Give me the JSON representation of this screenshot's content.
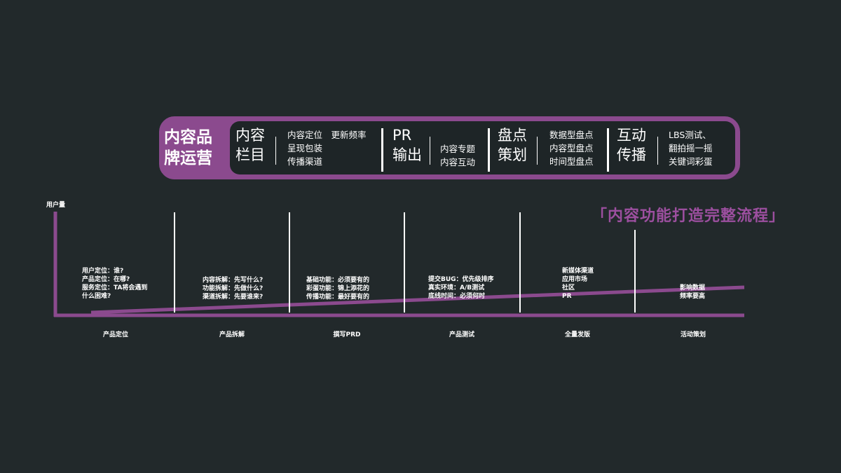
{
  "banner": {
    "head": [
      "内容品",
      "牌运营"
    ],
    "segments": [
      {
        "title": [
          "内容",
          "栏目"
        ],
        "items": [
          "内容定位　更新频率",
          "呈现包装",
          "传播渠道"
        ]
      },
      {
        "title": [
          "PR",
          "输出"
        ],
        "items": [
          "内容专题",
          "内容互动"
        ]
      },
      {
        "title": [
          "盘点",
          "策划"
        ],
        "items": [
          "数据型盘点",
          "内容型盘点",
          "时间型盘点"
        ]
      },
      {
        "title": [
          "互动",
          "传播"
        ],
        "items": [
          "LBS测试、",
          "翻拍摇一摇",
          "关键词彩蛋"
        ]
      }
    ]
  },
  "headline": "「内容功能打造完整流程」",
  "y_axis_label": "用户量",
  "stages": [
    {
      "label": "产品定位",
      "notes": [
        "用户定位：谁?",
        "产品定位：在哪?",
        "服务定位：TA将会遇到",
        "什么困难?"
      ]
    },
    {
      "label": "产品拆解",
      "notes": [
        "内容拆解：先写什么?",
        "功能拆解：先做什么?",
        "渠道拆解：先要谁来?"
      ]
    },
    {
      "label": "撰写PRD",
      "notes": [
        "基础功能：必须要有的",
        "彩蛋功能：锦上添花的",
        "传播功能：最好要有的"
      ]
    },
    {
      "label": "产品测试",
      "notes": [
        "提交BUG：优先级排序",
        "真实环境：A/B测试",
        "底线时间：必须何时"
      ]
    },
    {
      "label": "全量发版",
      "notes": [
        "新媒体渠道",
        "应用市场",
        "社区",
        "PR"
      ]
    },
    {
      "label": "活动策划",
      "notes": [
        "影响数据",
        "频率要高"
      ]
    }
  ],
  "colors": {
    "background": "#22292b",
    "accent": "#8b4a8e",
    "headline": "#9c4f9f",
    "text": "#ffffff"
  }
}
